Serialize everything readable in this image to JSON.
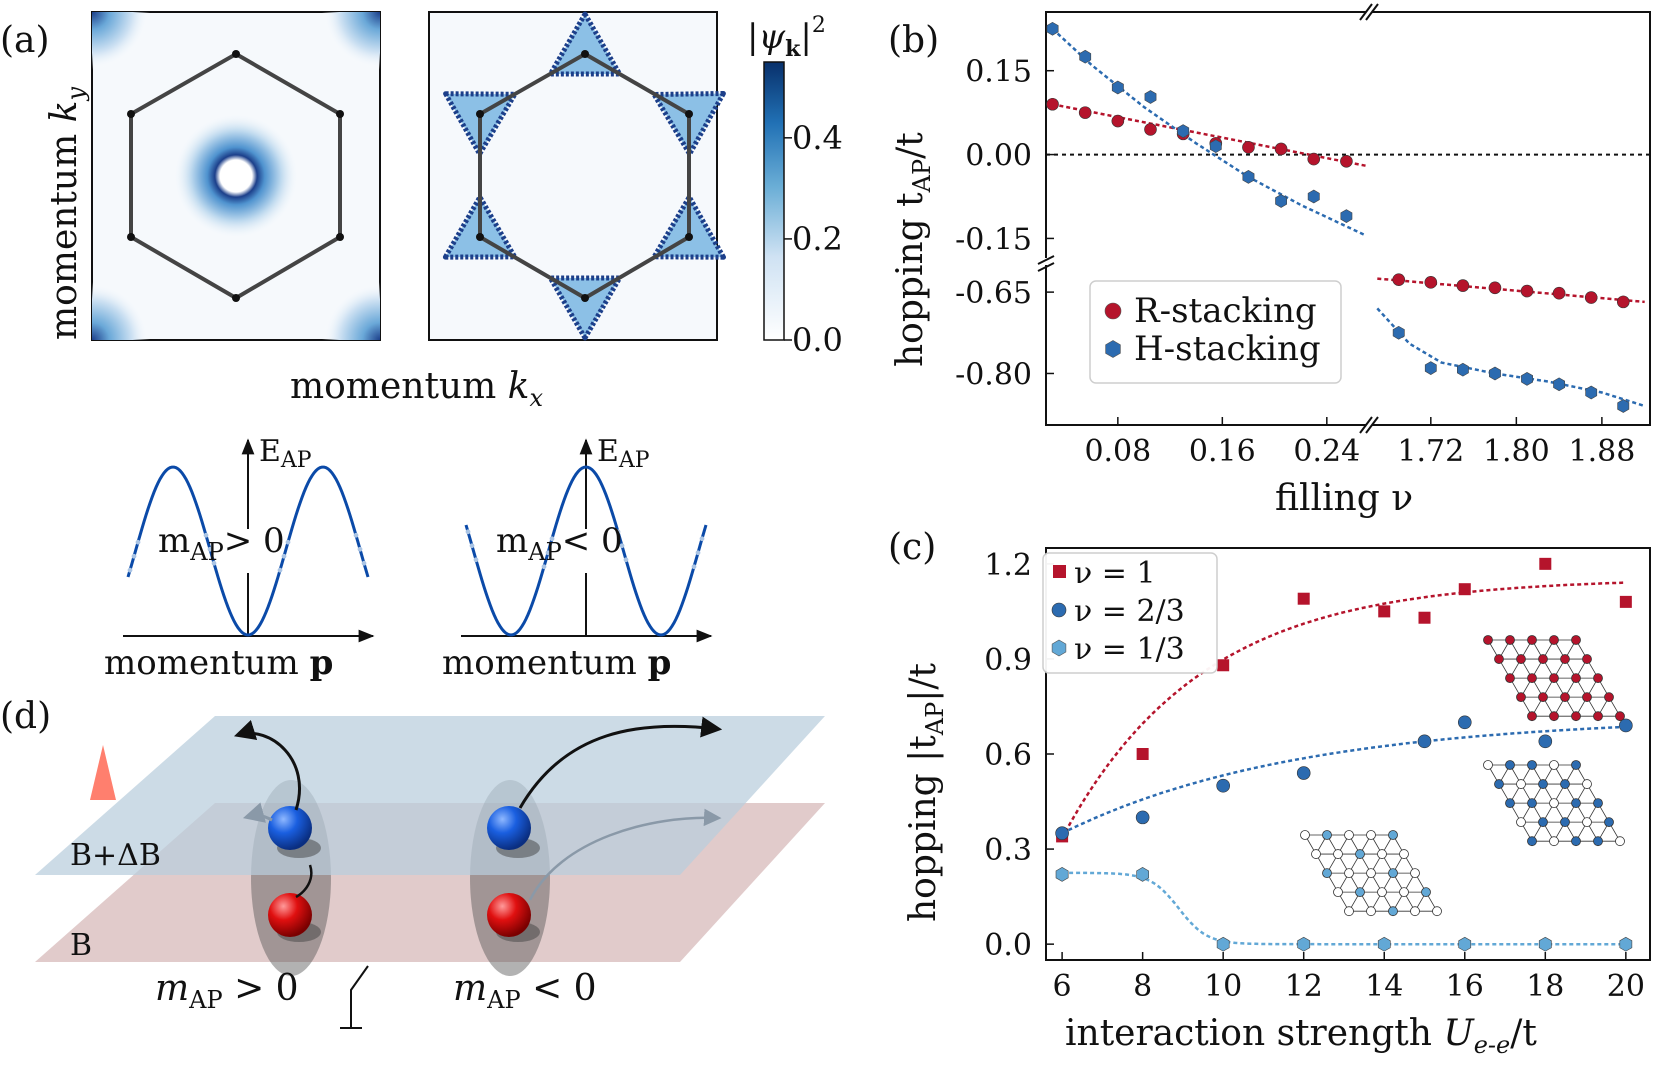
{
  "panel_labels": {
    "a": "(a)",
    "b": "(b)",
    "c": "(c)",
    "d": "(d)"
  },
  "panel_a": {
    "ylabel_text": "momentum ",
    "ylabel_sym": "k",
    "ylabel_sub": "y",
    "xlabel_text": "momentum ",
    "xlabel_sym": "k",
    "xlabel_sub": "x",
    "colorbar": {
      "label_psi": "|ψ",
      "label_sub": "k",
      "label_tail": "|",
      "label_sup": "2",
      "ticks": [
        "0.0",
        "0.2",
        "0.4"
      ],
      "tick_values": [
        0.0,
        0.2,
        0.4
      ],
      "max": 0.55,
      "colors": [
        "#ffffff",
        "#cfe2f3",
        "#6baed6",
        "#2171b5",
        "#08306b"
      ]
    },
    "mass_plots": [
      {
        "E": "E",
        "E_sub": "AP",
        "m": "m",
        "m_sub": "AP",
        "rel": "> 0",
        "x": "momentum ",
        "x_bold": "p",
        "sign": 1
      },
      {
        "E": "E",
        "E_sub": "AP",
        "m": "m",
        "m_sub": "AP",
        "rel": "< 0",
        "x": "momentum ",
        "x_bold": "p",
        "sign": -1
      }
    ],
    "curve_color": "#0b4aa8",
    "curve_light": "#aac4e4"
  },
  "panel_d": {
    "B": "B",
    "BdB": "B+ΔB",
    "m_left": "m",
    "m_left_sub": "AP",
    "m_left_rel": " > 0",
    "m_right": "m",
    "m_right_sub": "AP",
    "m_right_rel": " < 0",
    "top_plane": "#b9cddc",
    "bottom_plane": "#dcc2c2",
    "arrow": "#ff7f6e",
    "blue_ball": "#1a5fe0",
    "red_ball": "#e01010"
  },
  "chart_data": [
    {
      "id": "b",
      "type": "scatter",
      "xlabel": "filling ν",
      "ylabel": "hopping t",
      "ylabel_sub": "AP",
      "ylabel_tail": "/t",
      "broken_axes": true,
      "x_left_range": [
        0.025,
        0.27
      ],
      "x_right_range": [
        1.665,
        1.925
      ],
      "y_top_range": [
        -0.185,
        0.255
      ],
      "y_bottom_range": [
        -0.895,
        -0.6
      ],
      "x_ticks_left": [
        "0.08",
        "0.16",
        "0.24"
      ],
      "x_ticks_left_values": [
        0.08,
        0.16,
        0.24
      ],
      "x_ticks_right": [
        "1.72",
        "1.80",
        "1.88"
      ],
      "x_ticks_right_values": [
        1.72,
        1.8,
        1.88
      ],
      "y_ticks_top": [
        "0.15",
        "0.00",
        "-0.15"
      ],
      "y_ticks_top_values": [
        0.15,
        0.0,
        -0.15
      ],
      "y_ticks_bottom": [
        "-0.65",
        "-0.80"
      ],
      "y_ticks_bottom_values": [
        -0.65,
        -0.8
      ],
      "zero_line": 0,
      "legend": "bottom-left",
      "series": [
        {
          "name": "R-stacking",
          "color": "#b5142c",
          "marker": "circle",
          "x": [
            0.03,
            0.055,
            0.08,
            0.105,
            0.13,
            0.155,
            0.18,
            0.205,
            0.23,
            0.255
          ],
          "y": [
            0.09,
            0.075,
            0.06,
            0.045,
            0.037,
            0.02,
            0.013,
            0.01,
            -0.008,
            -0.012
          ],
          "fit_x": [
            0.03,
            0.27
          ],
          "fit_y": [
            0.09,
            -0.02
          ],
          "x_hi": [
            1.69,
            1.72,
            1.75,
            1.78,
            1.81,
            1.84,
            1.87,
            1.9
          ],
          "y_hi": [
            -0.627,
            -0.632,
            -0.638,
            -0.642,
            -0.648,
            -0.652,
            -0.66,
            -0.668
          ],
          "fit_x_hi": [
            1.67,
            1.92
          ],
          "fit_y_hi": [
            -0.625,
            -0.668
          ]
        },
        {
          "name": "H-stacking",
          "color": "#2c6bb0",
          "marker": "hexagon",
          "x": [
            0.03,
            0.055,
            0.08,
            0.105,
            0.13,
            0.155,
            0.18,
            0.205,
            0.23,
            0.255
          ],
          "y": [
            0.225,
            0.175,
            0.12,
            0.103,
            0.042,
            0.015,
            -0.04,
            -0.083,
            -0.075,
            -0.11
          ],
          "fit_x": [
            0.03,
            0.06,
            0.1,
            0.14,
            0.18,
            0.22,
            0.27
          ],
          "fit_y": [
            0.225,
            0.16,
            0.085,
            0.02,
            -0.04,
            -0.09,
            -0.145
          ],
          "x_hi": [
            1.69,
            1.72,
            1.75,
            1.78,
            1.81,
            1.84,
            1.87,
            1.9
          ],
          "y_hi": [
            -0.725,
            -0.79,
            -0.793,
            -0.8,
            -0.81,
            -0.82,
            -0.835,
            -0.86
          ],
          "fit_x_hi": [
            1.67,
            1.7,
            1.73,
            1.78,
            1.83,
            1.88,
            1.92
          ],
          "fit_y_hi": [
            -0.68,
            -0.745,
            -0.78,
            -0.8,
            -0.815,
            -0.835,
            -0.86
          ]
        }
      ]
    },
    {
      "id": "c",
      "type": "scatter",
      "xlabel": "interaction strength ",
      "xlabel_sym": "U",
      "xlabel_sub": "e-e",
      "xlabel_tail": "/t",
      "ylabel": "hopping |t",
      "ylabel_sub": "AP",
      "ylabel_tail": "|/t",
      "xlim": [
        5.6,
        20.6
      ],
      "ylim": [
        -0.05,
        1.25
      ],
      "x_ticks": [
        "6",
        "8",
        "10",
        "12",
        "14",
        "16",
        "18",
        "20"
      ],
      "x_ticks_values": [
        6,
        8,
        10,
        12,
        14,
        16,
        18,
        20
      ],
      "y_ticks": [
        "0.0",
        "0.3",
        "0.6",
        "0.9",
        "1.2"
      ],
      "y_ticks_values": [
        0.0,
        0.3,
        0.6,
        0.9,
        1.2
      ],
      "legend": "top-left",
      "series": [
        {
          "name": "ν = 1",
          "color": "#b5142c",
          "marker": "square",
          "x": [
            6,
            8,
            10,
            12,
            14,
            15,
            16,
            18,
            20
          ],
          "y": [
            0.34,
            0.6,
            0.88,
            1.09,
            1.05,
            1.03,
            1.12,
            1.2,
            1.08
          ],
          "fit": {
            "kind": "exp",
            "a": 1.155,
            "b": 0.82,
            "c": 0.29
          }
        },
        {
          "name": "ν = 2/3",
          "color": "#2c6bb0",
          "marker": "circle",
          "x": [
            6,
            8,
            10,
            12,
            15,
            16,
            18,
            20
          ],
          "y": [
            0.35,
            0.4,
            0.5,
            0.54,
            0.64,
            0.7,
            0.64,
            0.69
          ],
          "fit": {
            "kind": "exp",
            "a": 0.72,
            "b": 0.37,
            "c": 0.17
          }
        },
        {
          "name": "ν = 1/3",
          "color": "#62a8d6",
          "marker": "hexagon",
          "x": [
            6,
            8,
            10,
            12,
            14,
            16,
            18,
            20
          ],
          "y": [
            0.22,
            0.22,
            0.0,
            0.0,
            0.0,
            0.0,
            0.0,
            0.0
          ],
          "fit": {
            "kind": "sigmoid",
            "top": 0.225,
            "mid": 8.9,
            "w": 0.35
          }
        }
      ]
    }
  ]
}
